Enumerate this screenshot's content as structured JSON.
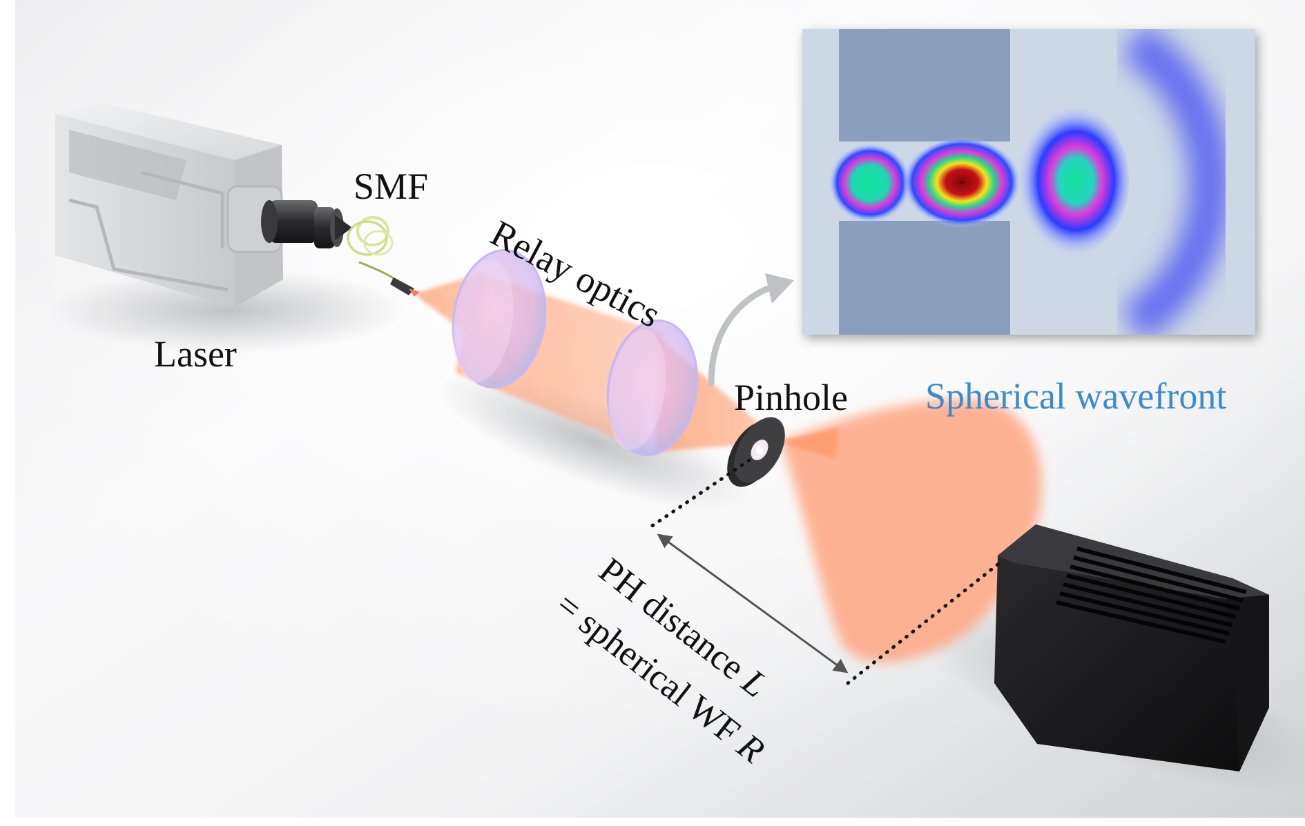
{
  "labels": {
    "laser": "Laser",
    "smf": "SMF",
    "relay_optics": "Relay optics",
    "pinhole": "Pinhole",
    "spherical_wavefront": "Spherical wavefront",
    "ph_distance_text": "PH distance ",
    "ph_distance_symbol": "L",
    "spherical_wf_text": "= spherical WF ",
    "spherical_wf_symbol": "R"
  },
  "colors": {
    "wavefront_label": "#3a8ccc",
    "beam": "#ffa57a",
    "laser_body": "#d9dadc",
    "camera_body": "#1c1c1e",
    "inset_bg": "#cfdbe8",
    "inset_slab": "#8a9fbb"
  },
  "icons": {
    "laser": "laser-box-icon",
    "fiber": "fiber-coil-icon",
    "lens": "lens-icon",
    "pinhole": "pinhole-disc-icon",
    "camera": "camera-sensor-icon"
  }
}
